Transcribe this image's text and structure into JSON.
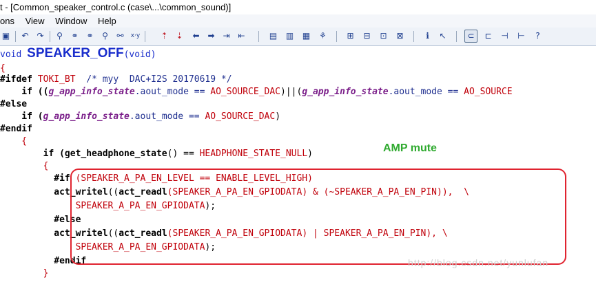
{
  "window": {
    "title": "t - [Common_speaker_control.c (case\\...\\common_sound)]"
  },
  "menu": {
    "items": [
      "ons",
      "View",
      "Window",
      "Help"
    ]
  },
  "code": {
    "l1": {
      "a": "void ",
      "b": "SPEAKER_OFF",
      "c": "(void)"
    },
    "l2": "{",
    "l3": {
      "a": "#ifdef ",
      "b": "TOKI_BT",
      "c": "  /* myy  DAC+I2S 20170619 */"
    },
    "l4": {
      "a": "    if ((",
      "b": "g_app_info_state",
      "c": ".aout_mode == ",
      "d": "AO_SOURCE_DAC",
      "e": ")||(",
      "f": "g_app_info_state",
      "g": ".aout_mode == ",
      "h": "AO_SOURCE"
    },
    "l5": "#else",
    "l6": {
      "a": "    if (",
      "b": "g_app_info_state",
      "c": ".aout_mode == ",
      "d": "AO_SOURCE_DAC",
      "e": ")"
    },
    "l7": "#endif",
    "l8": "    {",
    "l9": {
      "a": "        if (",
      "b": "get_headphone_state",
      "c": "() == ",
      "d": "HEADPHONE_STATE_NULL",
      "e": ")"
    },
    "l10": "        {",
    "l11": {
      "a": "          #if ",
      "b": "(SPEAKER_A_PA_EN_LEVEL == ENABLE_LEVEL_HIGH)"
    },
    "l12": {
      "a": "          ",
      "b": "act_writel",
      "c": "((",
      "d": "act_readl",
      "e": "(SPEAKER_A_PA_EN_GPIODATA) & (~SPEAKER_A_PA_EN_PIN)),  \\"
    },
    "l13": {
      "a": "              ",
      "b": "SPEAKER_A_PA_EN_GPIODATA",
      "c": ");"
    },
    "l14": "          #else",
    "l15": {
      "a": "          ",
      "b": "act_writel",
      "c": "((",
      "d": "act_readl",
      "e": "(SPEAKER_A_PA_EN_GPIODATA) | SPEAKER_A_PA_EN_PIN), \\"
    },
    "l16": {
      "a": "              ",
      "b": "SPEAKER_A_PA_EN_GPIODATA",
      "c": ");"
    },
    "l17": "          #endif",
    "l18": "        }"
  },
  "annotation": "AMP mute",
  "watermark": "http://blog.csdn.net/yunlufan"
}
